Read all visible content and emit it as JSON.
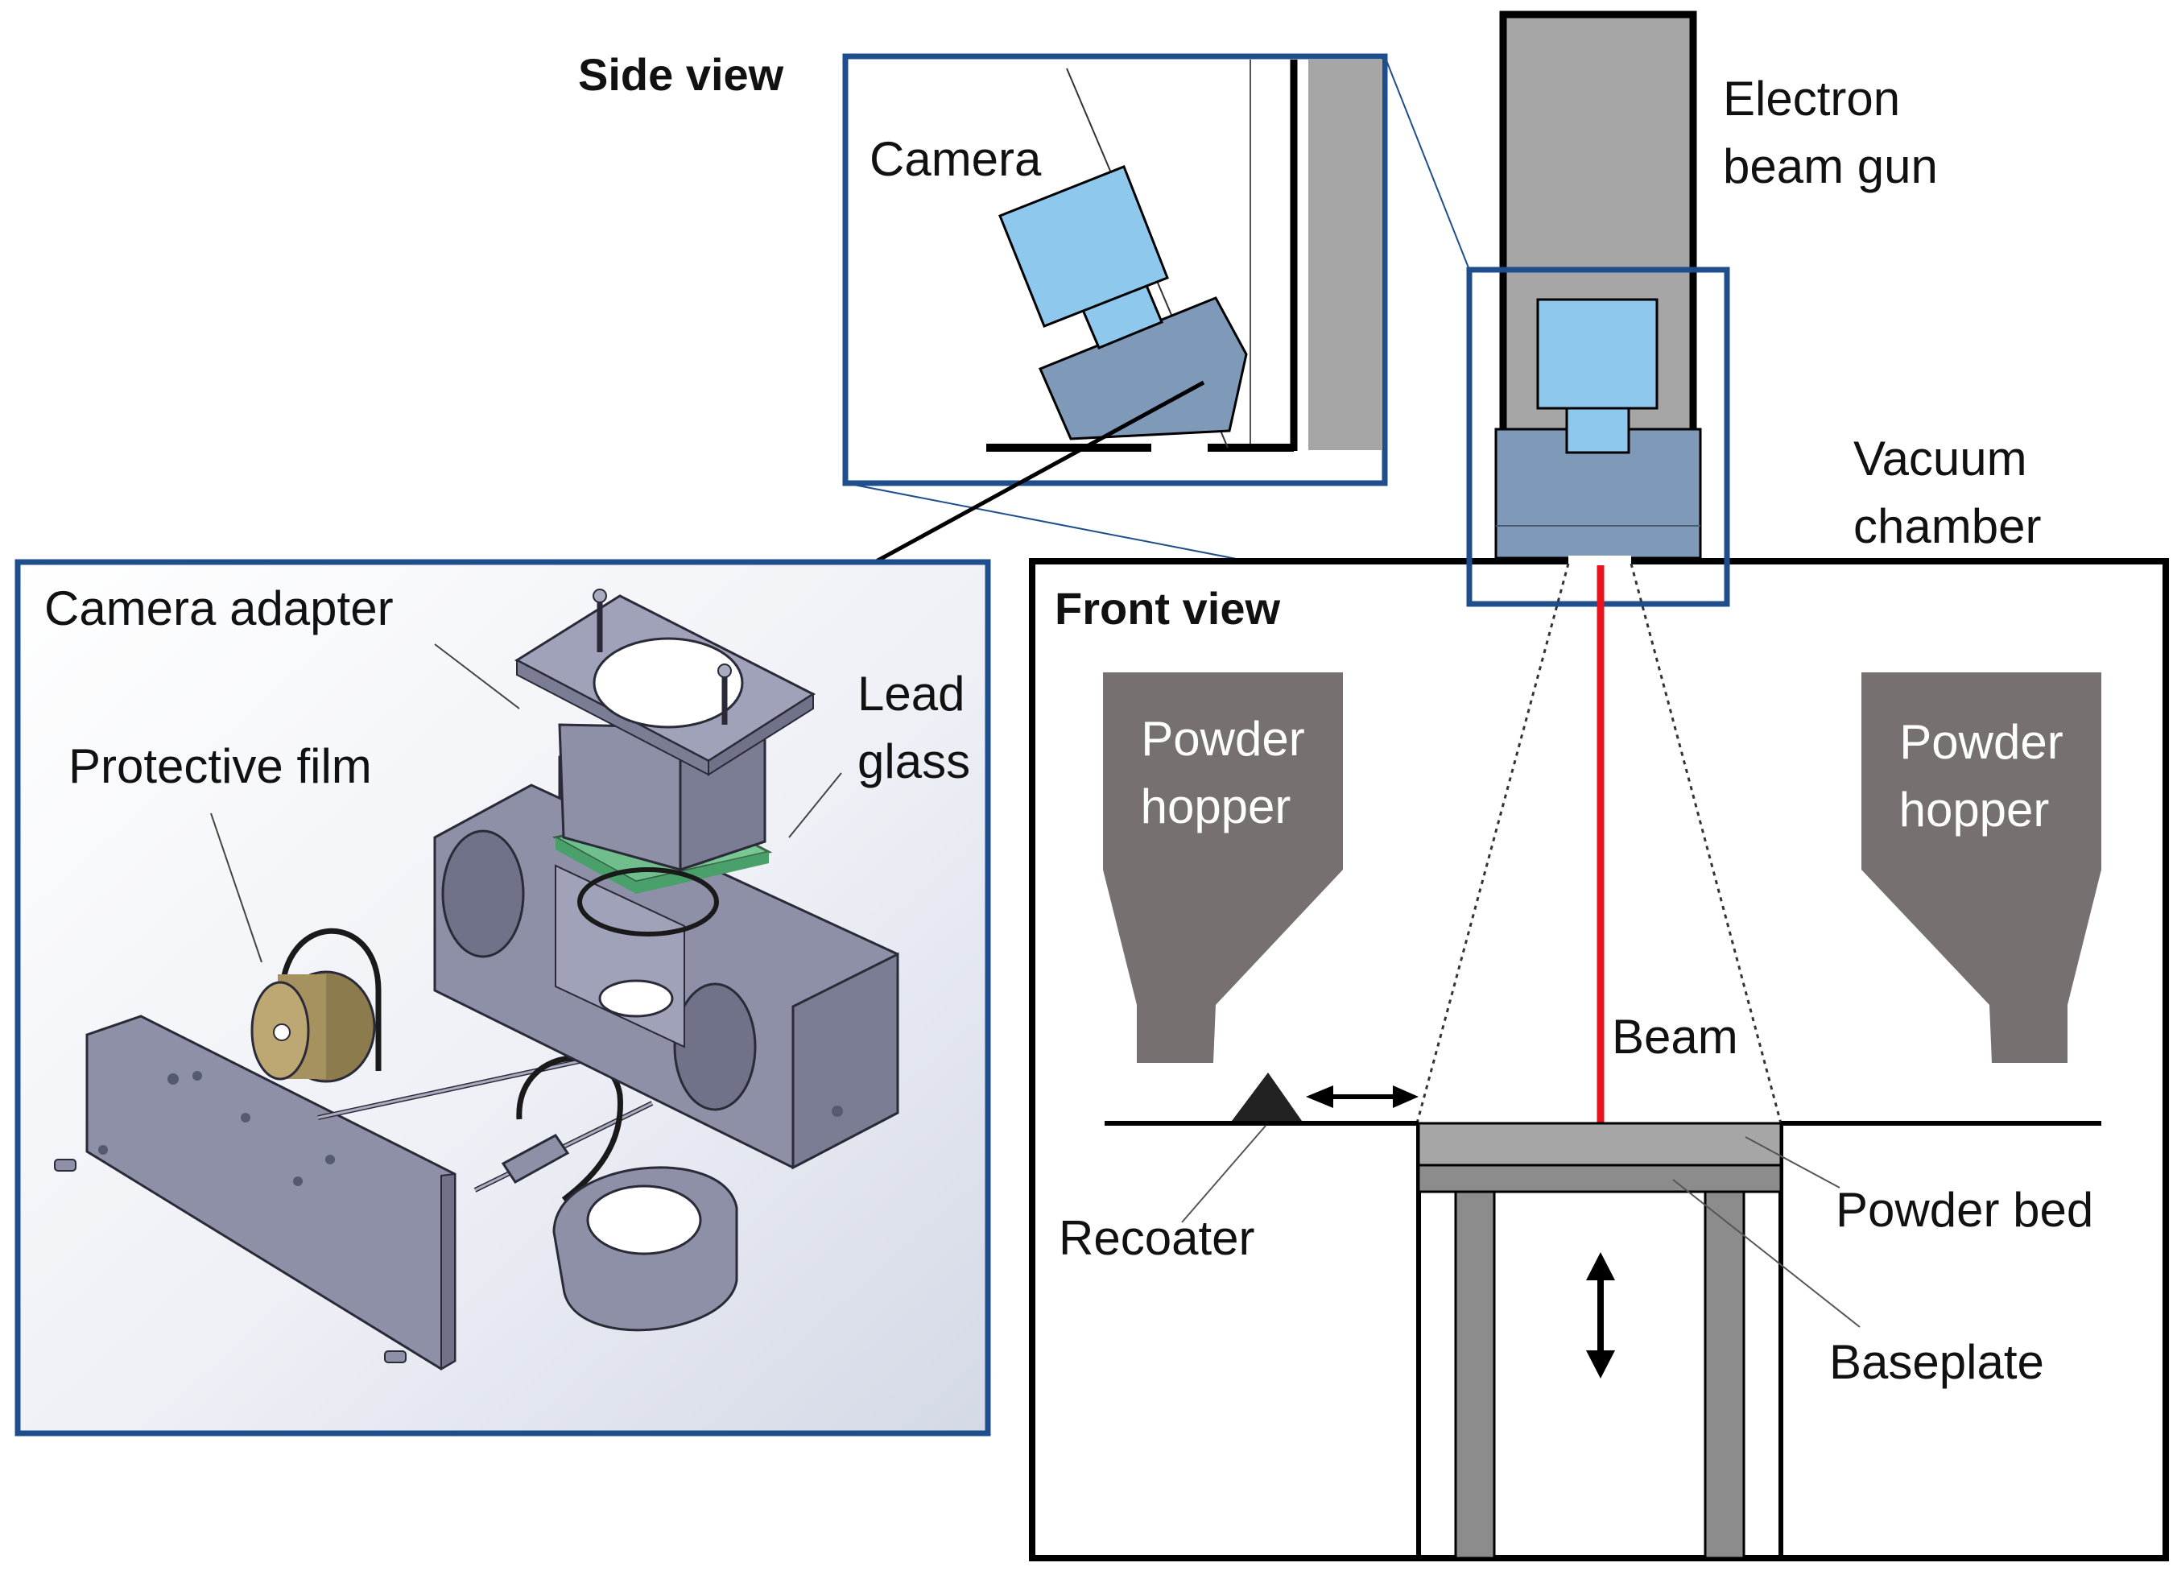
{
  "side_view": {
    "title": "Side view",
    "camera_label": "Camera"
  },
  "front_view": {
    "title": "Front view",
    "electron_beam_gun": [
      "Electron",
      "beam gun"
    ],
    "vacuum_chamber": [
      "Vacuum",
      "chamber"
    ],
    "powder_hopper_left": [
      "Powder",
      "hopper"
    ],
    "powder_hopper_right": [
      "Powder",
      "hopper"
    ],
    "beam": "Beam",
    "recoater": "Recoater",
    "powder_bed": "Powder bed",
    "baseplate": "Baseplate"
  },
  "exploded_view": {
    "camera_adapter": "Camera adapter",
    "protective_film": "Protective film",
    "lead_glass": [
      "Lead",
      "glass"
    ]
  },
  "colors": {
    "frame_blue": "#1f4e8c",
    "camera_blue": "#8ec8ec",
    "adapter_blue": "#7f99b8",
    "gun_gray": "#a6a6a6",
    "hopper_gray": "#777070",
    "beam_red": "#e8141c",
    "lead_glass_green": "#6cc48a",
    "film_tan": "#a6925e",
    "part_gray": "#8d90a6"
  }
}
